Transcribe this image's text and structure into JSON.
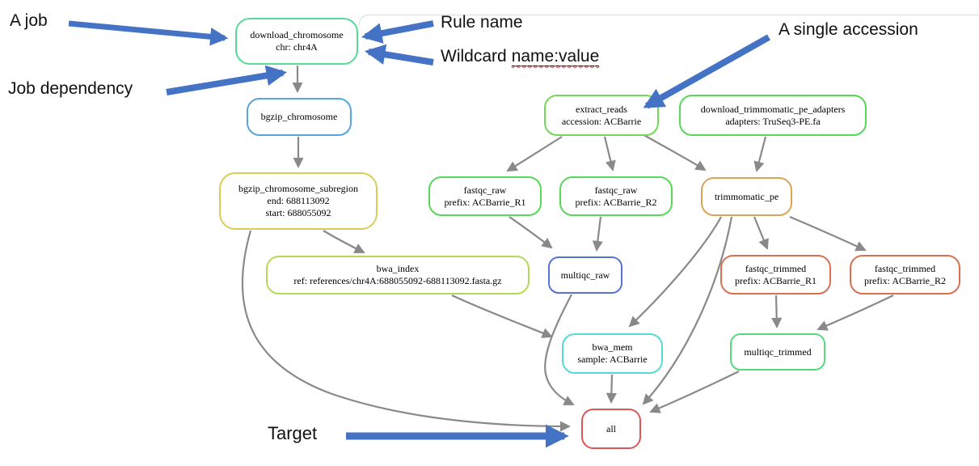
{
  "canvas": {
    "background": "#ffffff"
  },
  "colors": {
    "edge": "#898989",
    "annotation_arrow": "#4472c4",
    "annotation_text": "#111111",
    "node_background": "#ffffff",
    "spellcheck_underline": "#e03c31"
  },
  "annotations": {
    "a_job": "A job",
    "rule_name": "Rule name",
    "wildcard_prefix": "Wildcard",
    "wildcard_value": "name:value",
    "job_dependency": "Job dependency",
    "single_accession": "A single accession",
    "target": "Target"
  },
  "graph": {
    "nodes": {
      "download_chromosome": {
        "lines": [
          "download_chromosome",
          "chr: chr4A"
        ],
        "color": "#57d998"
      },
      "bgzip_chromosome": {
        "lines": [
          "bgzip_chromosome"
        ],
        "color": "#57a5d9"
      },
      "bgzip_chromosome_subregion": {
        "lines": [
          "bgzip_chromosome_subregion",
          "end: 688113092",
          "start: 688055092"
        ],
        "color": "#d9cc57"
      },
      "bwa_index": {
        "lines": [
          "bwa_index",
          "ref: references/chr4A:688055092-688113092.fasta.gz"
        ],
        "color": "#b2d957"
      },
      "extract_reads": {
        "lines": [
          "extract_reads",
          "accession: ACBarrie"
        ],
        "color": "#71d957"
      },
      "download_trimmomatic_pe_adapters": {
        "lines": [
          "download_trimmomatic_pe_adapters",
          "adapters: TruSeq3-PE.fa"
        ],
        "color": "#57d957"
      },
      "fastqc_raw_r1": {
        "lines": [
          "fastqc_raw",
          "prefix: ACBarrie_R1"
        ],
        "color": "#57d957"
      },
      "fastqc_raw_r2": {
        "lines": [
          "fastqc_raw",
          "prefix: ACBarrie_R2"
        ],
        "color": "#57d957"
      },
      "trimmomatic_pe": {
        "lines": [
          "trimmomatic_pe"
        ],
        "color": "#d9a557"
      },
      "multiqc_raw": {
        "lines": [
          "multiqc_raw"
        ],
        "color": "#5771d9"
      },
      "fastqc_trimmed_r1": {
        "lines": [
          "fastqc_trimmed",
          "prefix: ACBarrie_R1"
        ],
        "color": "#d9704f"
      },
      "fastqc_trimmed_r2": {
        "lines": [
          "fastqc_trimmed",
          "prefix: ACBarrie_R2"
        ],
        "color": "#d9704f"
      },
      "bwa_mem": {
        "lines": [
          "bwa_mem",
          "sample: ACBarrie"
        ],
        "color": "#57d9d9"
      },
      "multiqc_trimmed": {
        "lines": [
          "multiqc_trimmed"
        ],
        "color": "#57d97e"
      },
      "all": {
        "lines": [
          "all"
        ],
        "color": "#d95757"
      }
    }
  }
}
